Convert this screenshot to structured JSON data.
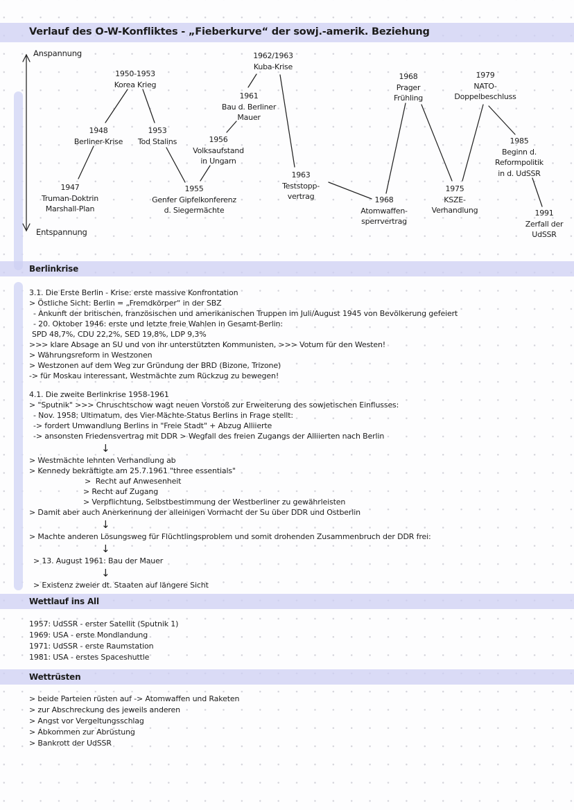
{
  "page": {
    "title": "Verlauf des O-W-Konfliktes - „Fieberkurve“ der sowj.-amerik. Beziehung"
  },
  "timeline": {
    "axis_top_label": "Anspannung",
    "axis_bottom_label": "Entspannung",
    "events": [
      {
        "year": "1947",
        "label": [
          "Truman-Doktrin",
          "Marshall-Plan"
        ]
      },
      {
        "year": "1948",
        "label": [
          "Berliner-Krise"
        ]
      },
      {
        "year": "1950-1953",
        "label": [
          "Korea Krieg"
        ]
      },
      {
        "year": "1953",
        "label": [
          "Tod Stalins"
        ]
      },
      {
        "year": "1955",
        "label": [
          "Genfer Gipfelkonferenz",
          "d. Siegermächte"
        ]
      },
      {
        "year": "1956",
        "label": [
          "Volksaufstand",
          "in Ungarn"
        ]
      },
      {
        "year": "1961",
        "label": [
          "Bau d. Berliner",
          "Mauer"
        ]
      },
      {
        "year": "1962/1963",
        "label": [
          "Kuba-Krise"
        ]
      },
      {
        "year": "1963",
        "label": [
          "Teststopp-",
          "vertrag"
        ]
      },
      {
        "year": "1968",
        "label": [
          "Atomwaffen-",
          "sperrvertrag"
        ]
      },
      {
        "year": "1968",
        "label": [
          "Prager",
          "Frühling"
        ]
      },
      {
        "year": "1975",
        "label": [
          "KSZE-",
          "Verhandlung"
        ]
      },
      {
        "year": "1979",
        "label": [
          "NATO-",
          "Doppelbeschluss"
        ]
      },
      {
        "year": "1985",
        "label": [
          "Beginn d.",
          "Reformpolitik",
          "in d. UdSSR"
        ]
      },
      {
        "year": "1991",
        "label": [
          "Zerfall der",
          "UdSSR"
        ]
      }
    ]
  },
  "sections": [
    {
      "title": "Berlinkrise",
      "lines": [
        {
          "text": "3.1. Die Erste Berlin - Krise: erste massive Konfrontation"
        },
        {
          "text": "> Östliche Sicht: Berlin = „Fremdkörper“ in der SBZ"
        },
        {
          "text": "- Ankunft der britischen, französischen und amerikanischen Truppen im Juli/August 1945 von Bevölkerung gefeiert",
          "indent": 6
        },
        {
          "text": "- 20. Oktober 1946: erste und letzte freie Wahlen in Gesamt-Berlin:",
          "indent": 6
        },
        {
          "text": "SPD 48,7%, CDU 22,2%, SED 19,8%, LDP 9,3%",
          "indent": 4
        },
        {
          "text": ">>> klare Absage an SU und von ihr unterstützten Kommunisten, >>> Votum für den Westen!"
        },
        {
          "text": "> Währungsreform in Westzonen"
        },
        {
          "text": "> Westzonen auf dem Weg zur Gründung der BRD (Bizone, Trizone)"
        },
        {
          "text": "-> für Moskau interessant, Westmächte zum Rückzug zu bewegen!"
        },
        {
          "type": "blank"
        },
        {
          "text": "4.1. Die zweite Berlinkrise 1958-1961"
        },
        {
          "text": "> \"Sputnik\" >>> Chruschtschow wagt neuen Vorstoß zur Erweiterung des sowjetischen Einflusses:"
        },
        {
          "text": "- Nov. 1958: Ultimatum, des Vier-Mächte-Status Berlins in Frage stellt:",
          "indent": 6
        },
        {
          "text": "-> fordert Umwandlung Berlins in \"Freie Stadt\" + Abzug Alliierte",
          "indent": 6
        },
        {
          "text": "-> ansonsten Friedensvertrag mit DDR > Wegfall des freien Zugangs der Alliierten nach Berlin",
          "indent": 6
        },
        {
          "type": "arrow"
        },
        {
          "text": "> Westmächte lehnten Verhandlung ab"
        },
        {
          "text": "> Kennedy bekräftigte am 25.7.1961 \"three essentials\""
        },
        {
          "text": ">  Recht auf Anwesenheit",
          "indent": 80
        },
        {
          "text": "> Recht auf Zugang",
          "indent": 78
        },
        {
          "text": "> Verpflichtung, Selbstbestimmung der Westberliner zu gewährleisten",
          "indent": 78
        },
        {
          "text": "> Damit aber auch Anerkennung der alleinigen Vormacht der Su über DDR und Ostberlin"
        },
        {
          "type": "arrow"
        },
        {
          "text": "> Machte anderen Lösungsweg für Flüchtlingsproblem und somit drohenden Zusammenbruch der DDR frei:"
        },
        {
          "type": "arrow"
        },
        {
          "text": "> 13. August 1961: Bau der Mauer",
          "indent": 6
        },
        {
          "type": "arrow"
        },
        {
          "text": "> Existenz zweier dt. Staaten auf längere Sicht",
          "indent": 6
        }
      ]
    },
    {
      "title": "Wettlauf ins All",
      "lines": [
        {
          "text": "1957: UdSSR - erster Satellit (Sputnik 1)"
        },
        {
          "text": "1969: USA - erste Mondlandung"
        },
        {
          "text": "1971: UdSSR - erste Raumstation"
        },
        {
          "text": "1981: USA - erstes Spaceshuttle"
        }
      ]
    },
    {
      "title": "Wettrüsten",
      "lines": [
        {
          "text": "> beide Parteien rüsten auf -> Atomwaffen und Raketen"
        },
        {
          "text": "> zur Abschreckung des jeweils anderen"
        },
        {
          "text": "> Angst vor Vergeltungsschlag"
        },
        {
          "text": "> Abkommen zur Abrüstung"
        },
        {
          "text": "> Bankrott der UdSSR"
        }
      ]
    }
  ],
  "colors": {
    "band": "#d9daf4",
    "highlight_bar": "#d5d8f6",
    "ink": "#1c1c1c"
  },
  "icons": {
    "flow_arrow": "↓"
  }
}
